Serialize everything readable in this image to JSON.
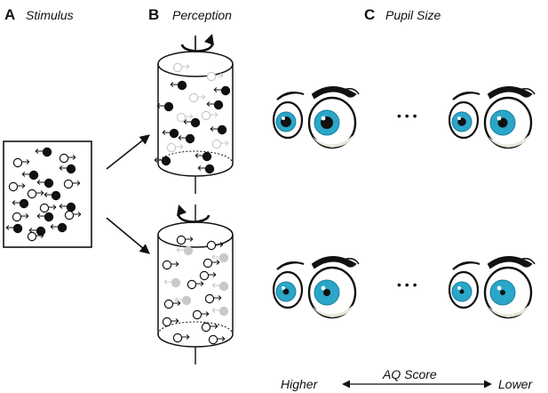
{
  "panels": {
    "a": {
      "letter": "A",
      "title": "Stimulus"
    },
    "b": {
      "letter": "B",
      "title": "Perception"
    },
    "c": {
      "letter": "C",
      "title": "Pupil Size"
    }
  },
  "axis": {
    "left": "Higher",
    "middle": "AQ Score",
    "right": "Lower"
  },
  "ellipsis": "• • •",
  "colors": {
    "iris": "#2aa6c8",
    "iris_dark": "#1a7fa0",
    "ink": "#111111",
    "faded": "#c9c9c9"
  },
  "icons": [
    "rotation-arrow-clockwise-icon",
    "rotation-arrow-counterclockwise-icon",
    "eye-icon",
    "arrow-icon"
  ]
}
